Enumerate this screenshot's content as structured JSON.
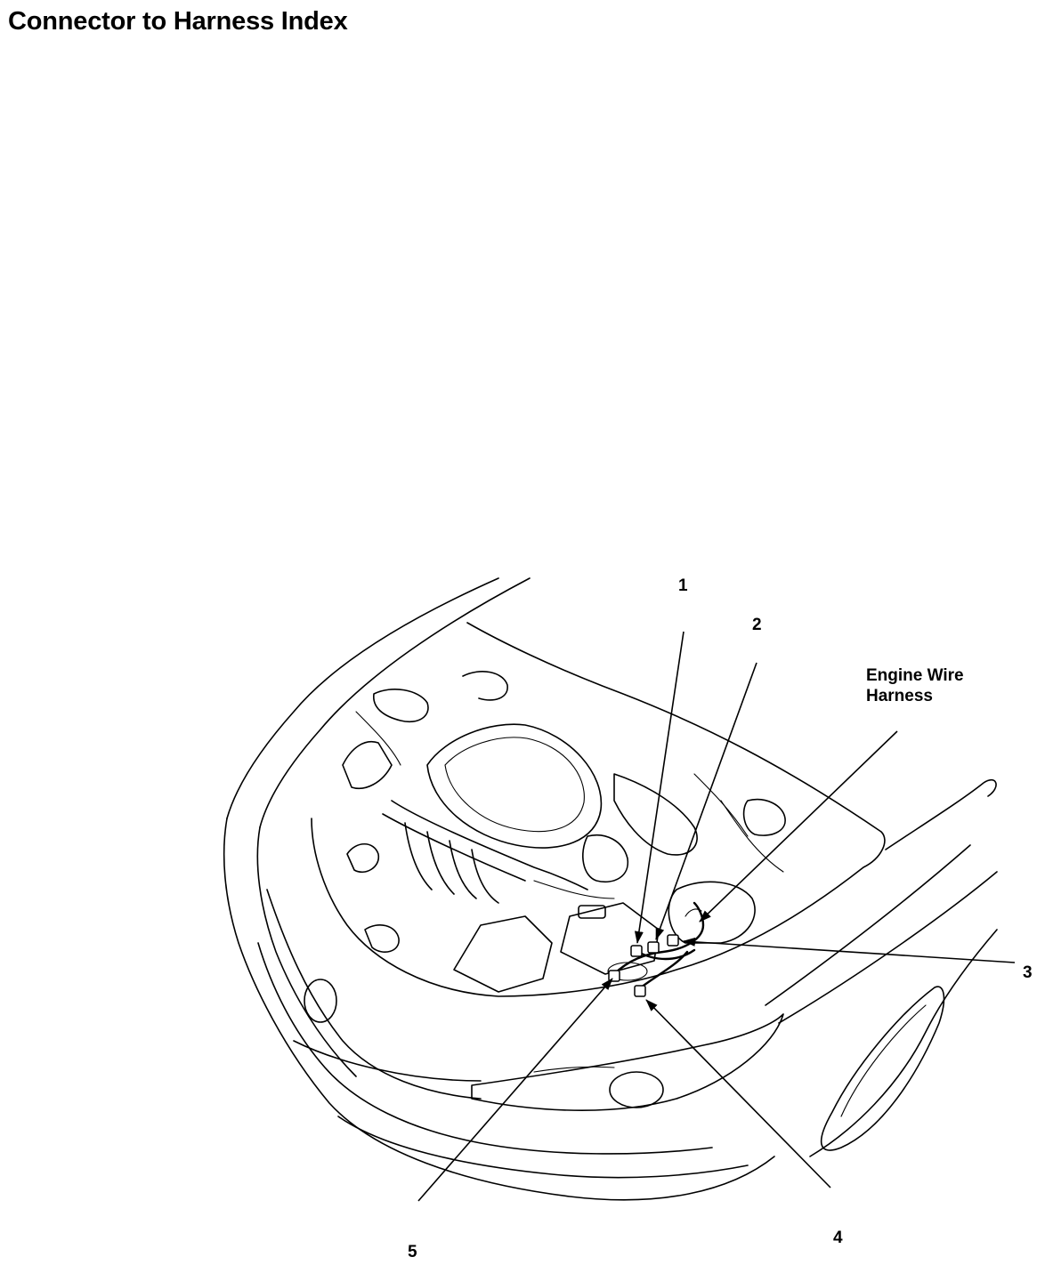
{
  "page": {
    "title": "Connector to Harness Index"
  },
  "diagram": {
    "callouts": [
      {
        "id": "1",
        "label": "1"
      },
      {
        "id": "2",
        "label": "2"
      },
      {
        "id": "3",
        "label": "3"
      },
      {
        "id": "4",
        "label": "4"
      },
      {
        "id": "5",
        "label": "5"
      }
    ],
    "harness_label_line1": "Engine Wire",
    "harness_label_line2": "Harness",
    "icons": [
      "arrowhead-icon",
      "connector-icon"
    ]
  }
}
